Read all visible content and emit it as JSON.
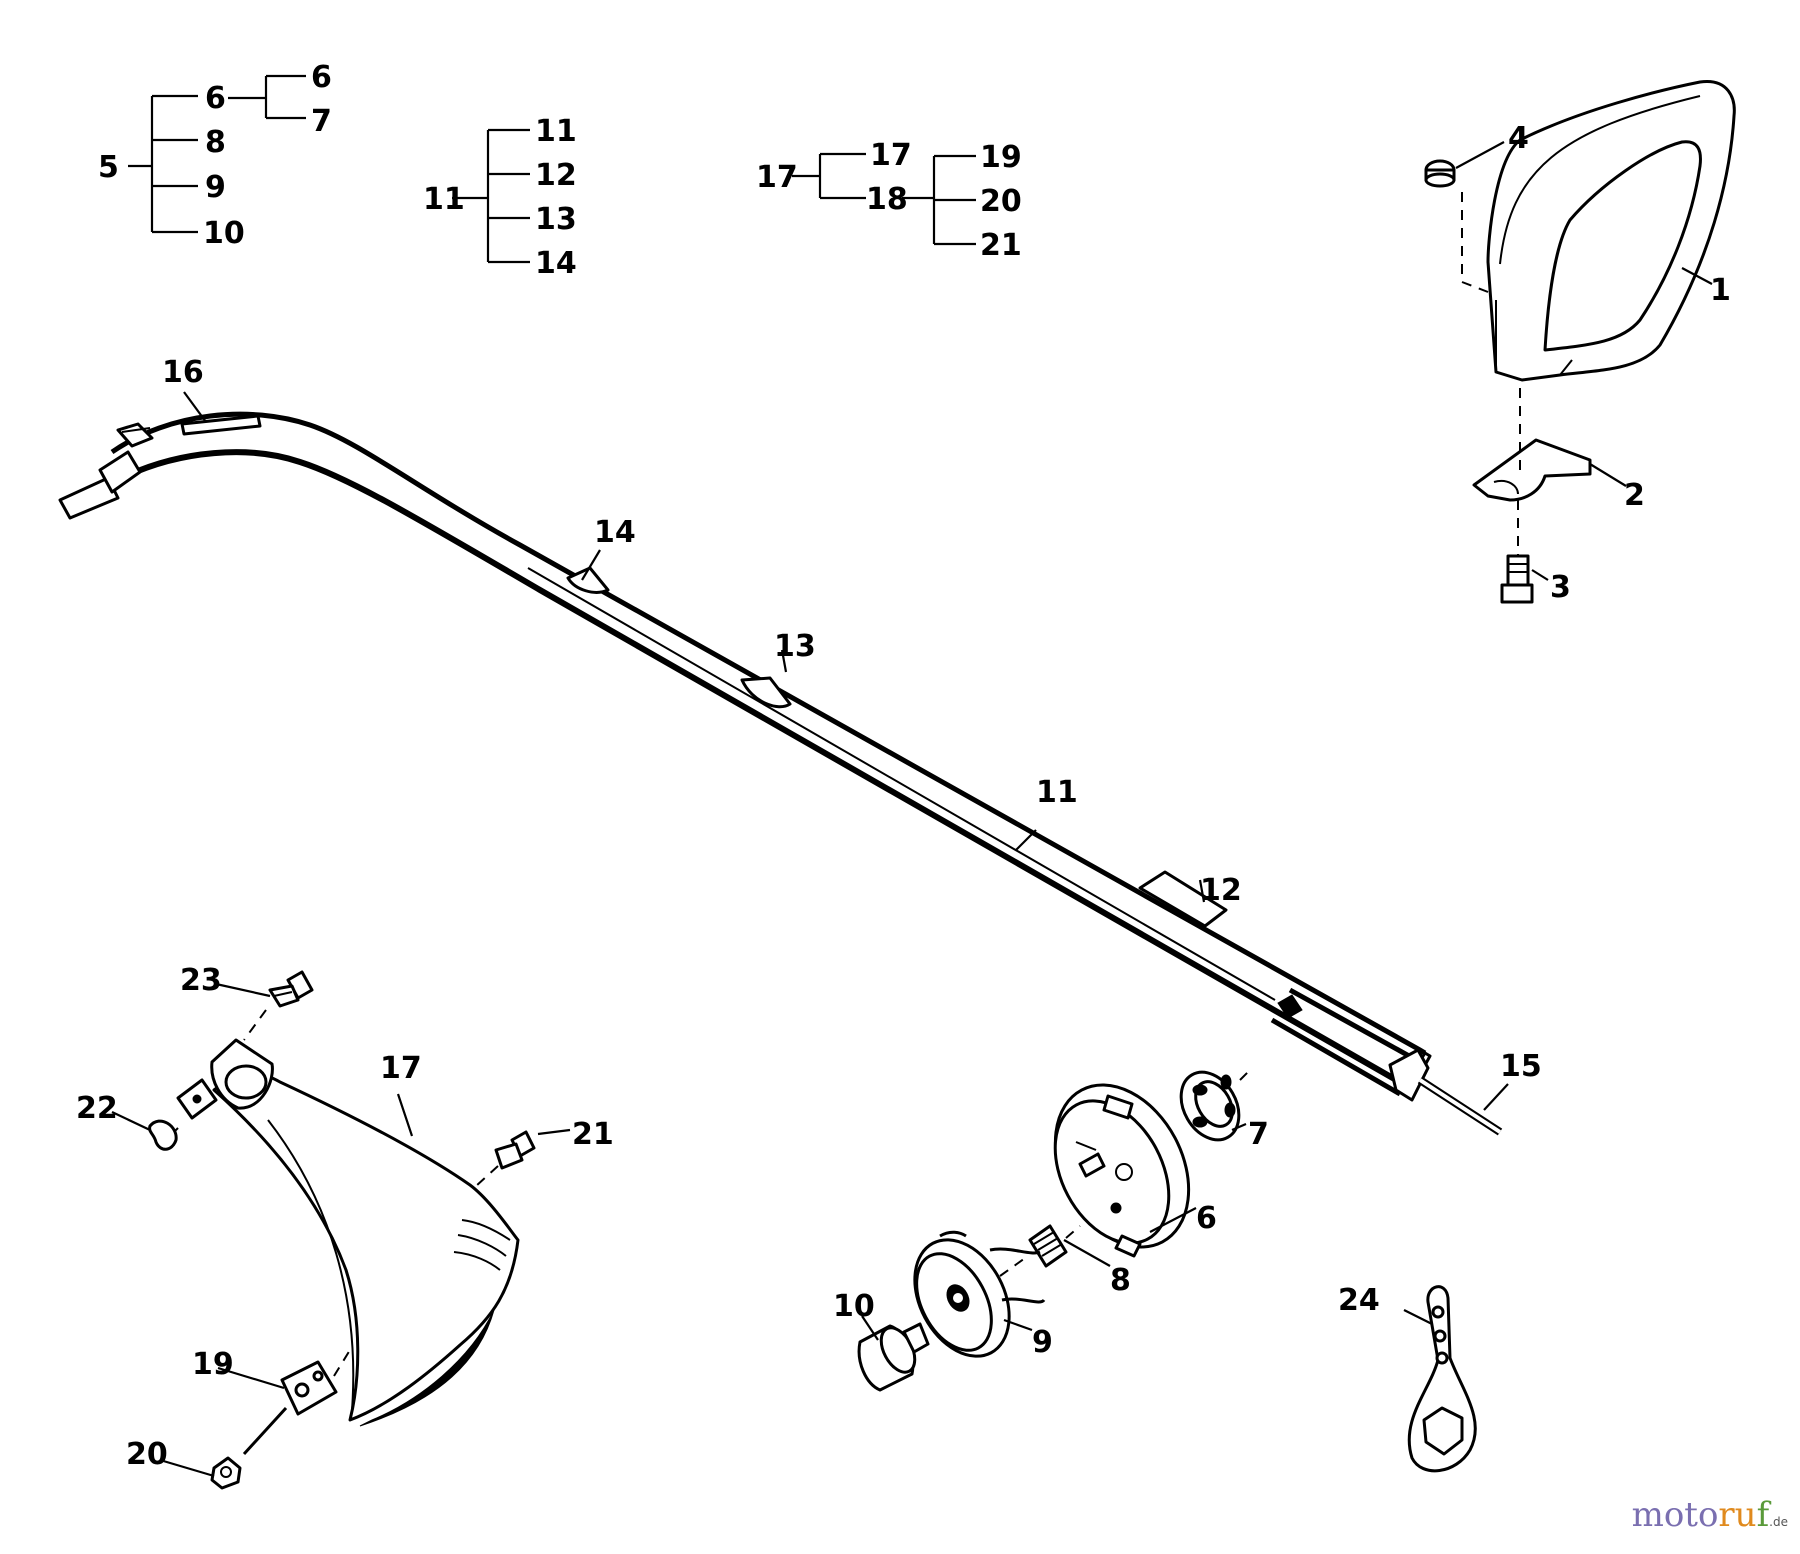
{
  "tree_groups": {
    "group_5": {
      "root": "5",
      "children": [
        "6",
        "8",
        "9",
        "10"
      ],
      "sub_6": [
        "6",
        "7"
      ]
    },
    "group_11": {
      "root": "11",
      "children": [
        "11",
        "12",
        "13",
        "14"
      ]
    },
    "group_17": {
      "root": "17",
      "children": [
        "17",
        "18"
      ],
      "sub_18": [
        "19",
        "20",
        "21"
      ]
    }
  },
  "callouts": {
    "c1": "1",
    "c2": "2",
    "c3": "3",
    "c4": "4",
    "c6": "6",
    "c7": "7",
    "c8": "8",
    "c9": "9",
    "c10": "10",
    "c11": "11",
    "c12": "12",
    "c13": "13",
    "c14": "14",
    "c15": "15",
    "c16": "16",
    "c17": "17",
    "c19": "19",
    "c20": "20",
    "c21": "21",
    "c22": "22",
    "c23": "23",
    "c24": "24"
  },
  "watermark": {
    "part1": "moto",
    "part2": "ru",
    "part3": "f",
    "suffix": ".de"
  }
}
